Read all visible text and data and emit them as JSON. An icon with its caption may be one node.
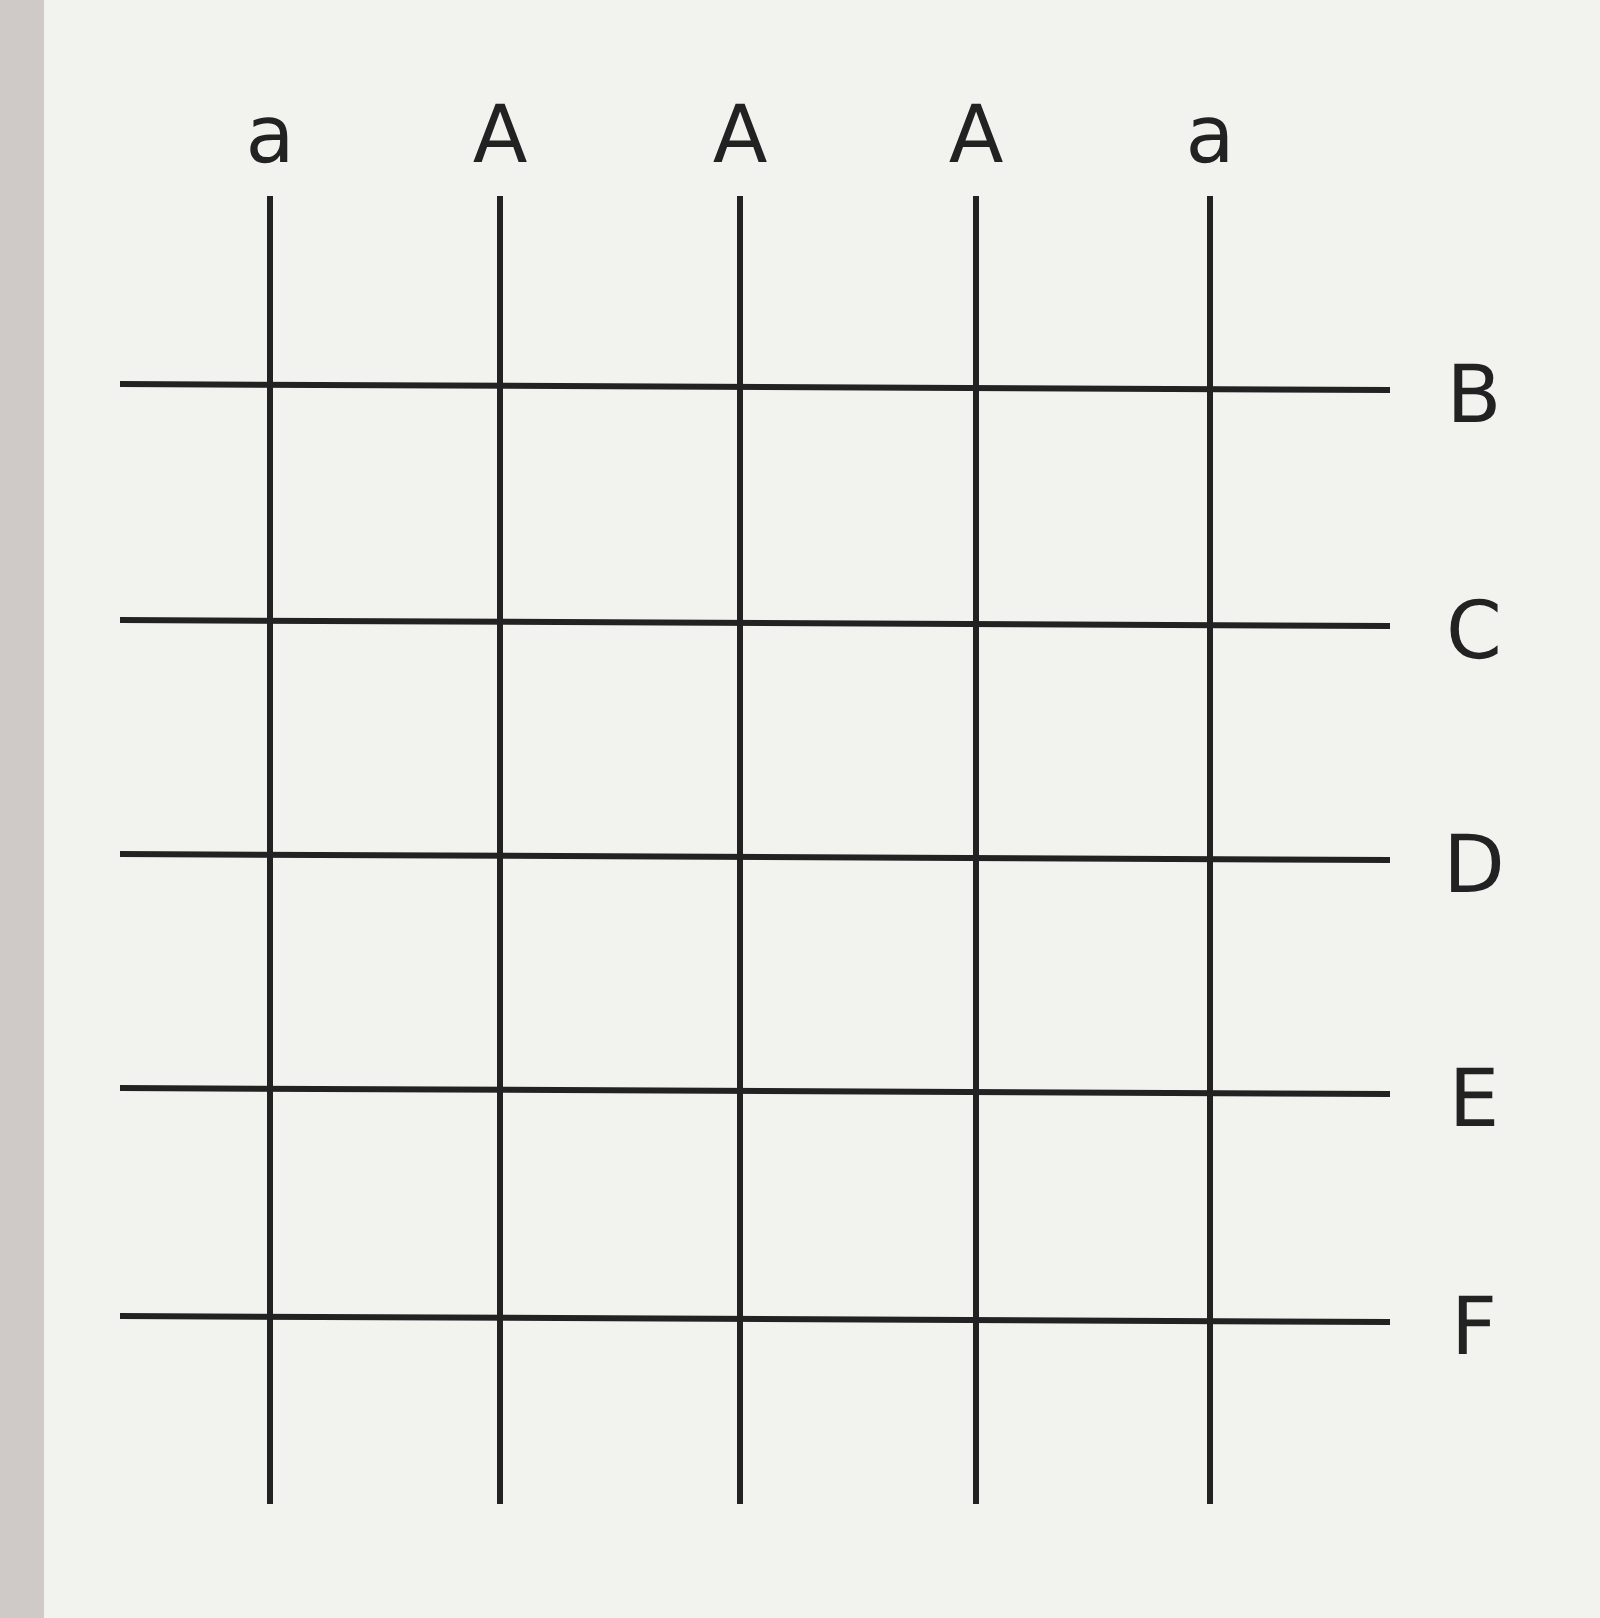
{
  "diagram": {
    "labels": [
      "a",
      "A",
      "A",
      "A",
      "a",
      "B",
      "C",
      "D",
      "E",
      "F"
    ]
  }
}
